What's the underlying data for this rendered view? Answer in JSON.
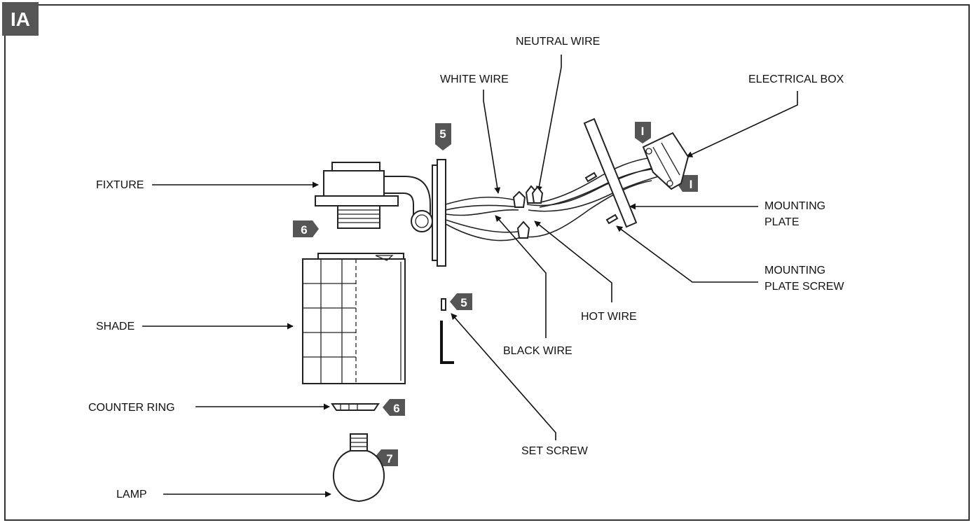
{
  "figure_id": "IA",
  "labels": {
    "neutral_wire": "NEUTRAL WIRE",
    "white_wire": "WHITE WIRE",
    "electrical_box": "ELECTRICAL BOX",
    "fixture": "FIXTURE",
    "mounting_plate_1": "MOUNTING",
    "mounting_plate_2": "PLATE",
    "mounting_plate_screw_1": "MOUNTING",
    "mounting_plate_screw_2": "PLATE SCREW",
    "shade": "SHADE",
    "hot_wire": "HOT WIRE",
    "black_wire": "BLACK WIRE",
    "counter_ring": "COUNTER RING",
    "set_screw": "SET SCREW",
    "lamp": "LAMP"
  },
  "steps": {
    "backplate": "5",
    "box_top": "I",
    "box_side": "I",
    "fixture": "6",
    "set_screw": "5",
    "counter_ring": "6",
    "lamp": "7"
  },
  "colors": {
    "badge": "#555555",
    "ink": "#111111",
    "background": "#ffffff"
  }
}
